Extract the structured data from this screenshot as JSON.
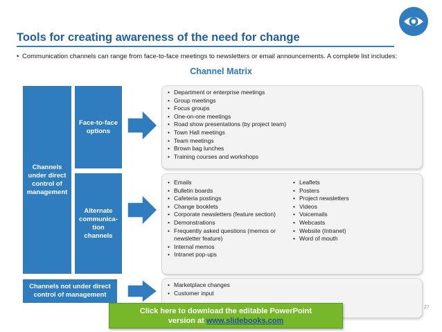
{
  "page": {
    "title": "Tools for creating awareness of the need for change",
    "intro_bullet": "•",
    "intro": "Communication channels can range from face-to-face meetings to newsletters or email announcements. A complete list includes:",
    "matrix_title": "Channel Matrix",
    "page_number": "27"
  },
  "left": {
    "direct": "Channels under direct control of management",
    "not_direct": "Channels not under direct control of management"
  },
  "middle": {
    "face_to_face": "Face-to-face options",
    "alternate": "Alternate communica-tion channels"
  },
  "lists": {
    "face_to_face": [
      "Department or enterprise meetings",
      "Group meetings",
      "Focus groups",
      "One-on-one meetings",
      "Road show presentations (by project team)",
      "Town Hall meetings",
      "Team meetings",
      "Brown bag lunches",
      "Training courses and workshops"
    ],
    "alternate_left": [
      "Emails",
      "Bulletin boards",
      "Cafeteria postings",
      "Change booklets",
      "Corporate newsletters (feature section)",
      "Demonstrations",
      "Frequently asked questions (memos or newsletter feature)",
      "Internal memos",
      "Intranet pop-ups"
    ],
    "alternate_right": [
      "Leaflets",
      "Posters",
      "Project newsletters",
      "Videos",
      "Voicemails",
      "Webcasts",
      "Website (Intranet)",
      "Word of mouth"
    ],
    "not_direct": [
      "Marketplace changes",
      "Customer input"
    ]
  },
  "banner": {
    "line1": "Click here to download the editable PowerPoint",
    "line2_prefix": "version at ",
    "link": "www.slidebooks.com"
  },
  "colors": {
    "title": "#1f5f9a",
    "box_blue": "#2f7dbf",
    "banner_green": "#76b82a",
    "link_blue": "#1f4e9a"
  },
  "icons": {
    "logo": "eye-icon",
    "connector": "right-arrow-icon"
  }
}
